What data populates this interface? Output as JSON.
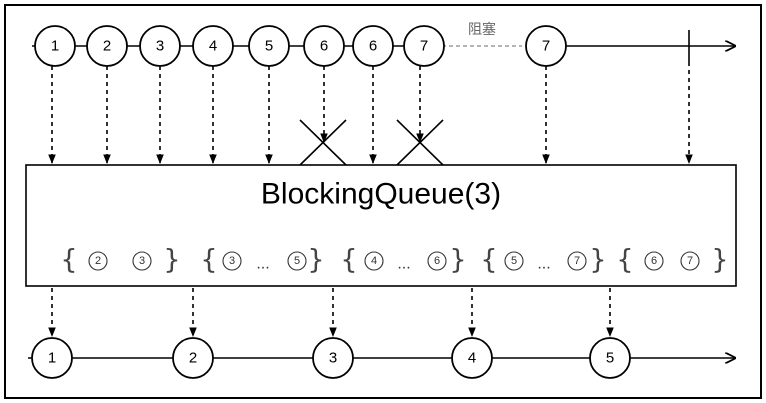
{
  "queue_title": "BlockingQueue(3)",
  "blocked_label": "阻塞",
  "top_stream": [
    "1",
    "2",
    "3",
    "4",
    "5",
    "6",
    "6",
    "7",
    "7"
  ],
  "buffers": [
    {
      "left": "{",
      "items": [
        "2",
        "3"
      ],
      "ellipsis": "",
      "right": "}"
    },
    {
      "left": "{",
      "items": [
        "3",
        "5"
      ],
      "ellipsis": "...",
      "right": "}"
    },
    {
      "left": "{",
      "items": [
        "4",
        "6"
      ],
      "ellipsis": "...",
      "right": "}"
    },
    {
      "left": "{",
      "items": [
        "5",
        "7"
      ],
      "ellipsis": "...",
      "right": "}"
    },
    {
      "left": "{",
      "items": [
        "6",
        "7"
      ],
      "ellipsis": "",
      "right": "}"
    }
  ],
  "bottom_stream": [
    "1",
    "2",
    "3",
    "4",
    "5"
  ]
}
